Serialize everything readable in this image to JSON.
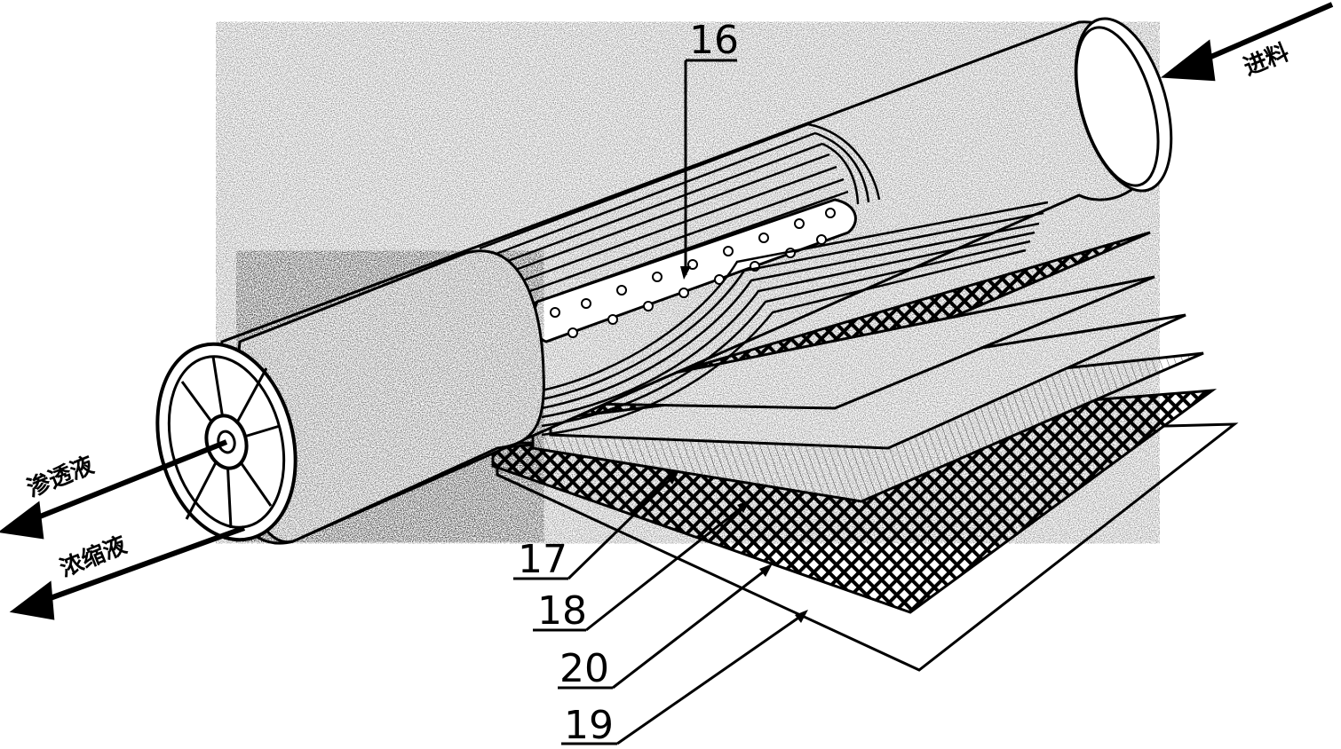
{
  "labels": {
    "callout_16": "16",
    "callout_17": "17",
    "callout_18": "18",
    "callout_19": "19",
    "callout_20": "20",
    "feed": "进料",
    "permeate": "渗透液",
    "concentrate": "浓缩液"
  },
  "colors": {
    "ink": "#000000",
    "paper": "#ffffff",
    "stipple": "#8a8a8a"
  }
}
